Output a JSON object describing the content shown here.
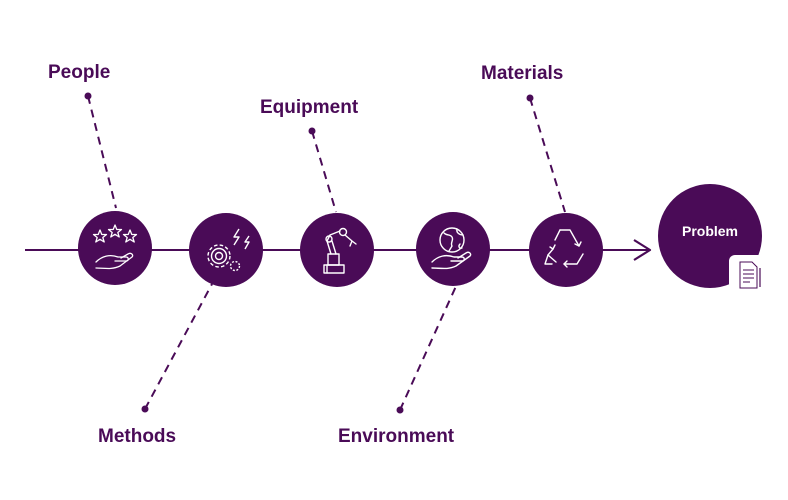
{
  "colors": {
    "primary": "#4a0b57",
    "icon_stroke": "#ffffff",
    "background": "#ffffff"
  },
  "categories": [
    {
      "id": "people",
      "label": "People",
      "icon": "stars-hand-icon"
    },
    {
      "id": "methods",
      "label": "Methods",
      "icon": "gears-lightning-icon"
    },
    {
      "id": "equipment",
      "label": "Equipment",
      "icon": "robot-arm-icon"
    },
    {
      "id": "environment",
      "label": "Environment",
      "icon": "globe-hand-icon"
    },
    {
      "id": "materials",
      "label": "Materials",
      "icon": "recycle-icon"
    }
  ],
  "problem": {
    "label": "Problem",
    "icon": "document-pen-icon"
  }
}
